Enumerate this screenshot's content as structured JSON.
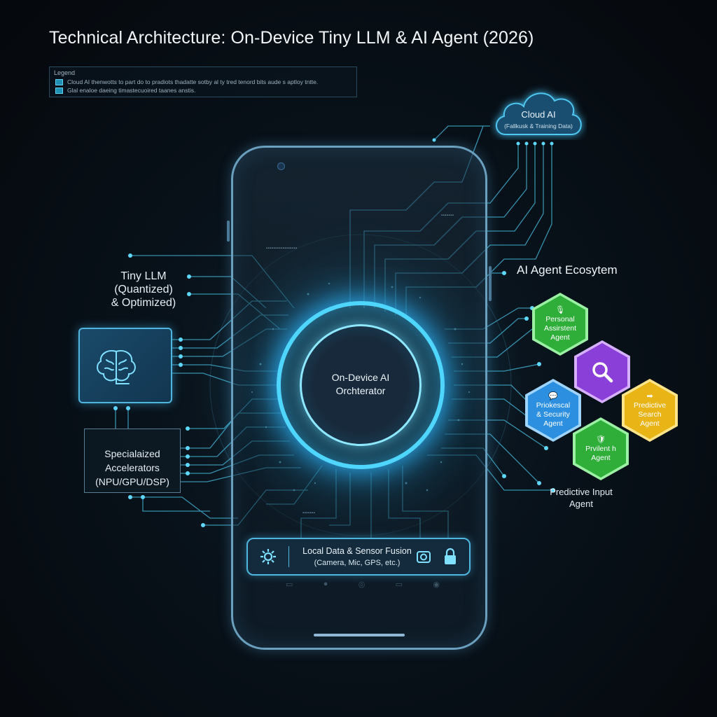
{
  "title": "Technical Architecture: On-Device Tiny LLM & AI Agent (2026)",
  "legend": {
    "title": "Legend",
    "items": [
      "Cloud AI thenwotts to part do to pradiots thadatte sotby al ty tred tenord bits aude s aptloy tntte.",
      "Glal enaloe daeing timastecuoired taanes anstis."
    ]
  },
  "cloud": {
    "title": "Cloud AI",
    "subtitle": "(Fallkusk & Training Data)"
  },
  "orchestrator": {
    "line1": "On-Device AI",
    "line2": "Orchterator"
  },
  "tiny_llm": {
    "line1": "Tiny LLM",
    "line2": "(Quantized)",
    "line3": "& Optimized)"
  },
  "accelerators": {
    "line1": "Specialaized",
    "line2": "Accelerators",
    "line3": "(NPU/GPU/DSP)"
  },
  "ecosystem": {
    "title": "AI Agent Ecosytem",
    "agents": [
      {
        "line1": "Personal",
        "line2": "Assirstent",
        "line3": "Agent",
        "color": "#2fae3a",
        "icon": "microphone-icon"
      },
      {
        "line1": "",
        "line2": "",
        "line3": "",
        "color": "#8a3fd8",
        "icon": "magnifier-icon"
      },
      {
        "line1": "Priokescal",
        "line2": "& Security",
        "line3": "Agent",
        "color": "#2d8fe0",
        "icon": "chat-icon"
      },
      {
        "line1": "Predictive",
        "line2": "Search",
        "line3": "Agent",
        "color": "#e8b416",
        "icon": "arrow-icon"
      },
      {
        "line1": "Prvilent h",
        "line2": "Agent",
        "line3": "",
        "color": "#2fae3a",
        "icon": "shield-icon"
      }
    ],
    "predictive_input": {
      "line1": "Predictive Input",
      "line2": "Agent"
    }
  },
  "sensor": {
    "title": "Local Data & Sensor Fusion",
    "subtitle": "(Camera, Mic, GPS, etc.)"
  },
  "icons": [
    "gear-icon",
    "camera-icon",
    "lock-icon",
    "brain-icon",
    "cloud-icon"
  ],
  "colors": {
    "accent": "#4fd6ff",
    "line": "#3fa8c8",
    "background": "#070d13"
  }
}
